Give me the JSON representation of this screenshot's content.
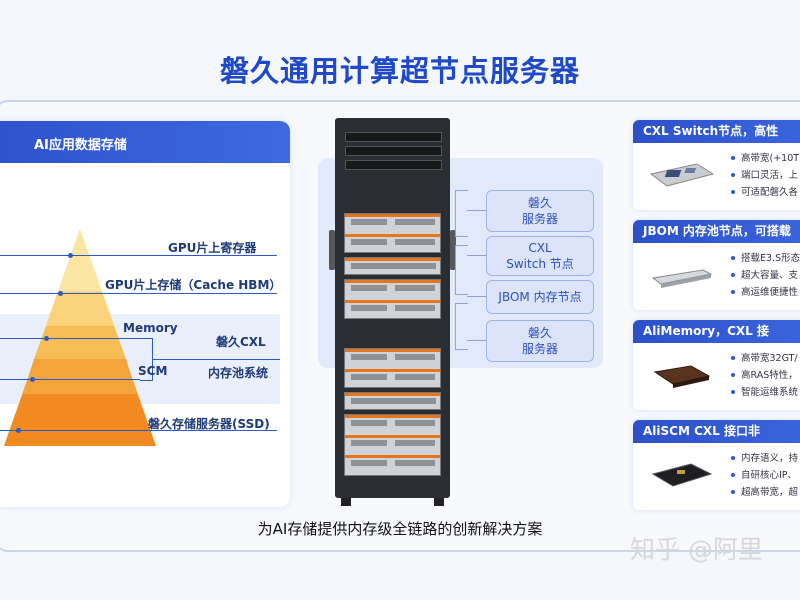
{
  "title": "磐久通用计算超节点服务器",
  "left_panel": {
    "header": "AI应用数据存储",
    "layers": [
      "GPU片上寄存器",
      "GPU片上存储（Cache HBM）",
      "Memory",
      "SCM",
      "磐久存储服务器(SSD)"
    ],
    "side_label_line1": "磐久CXL",
    "side_label_line2": "内存池系统"
  },
  "components": [
    {
      "line1": "磐久",
      "line2": "服务器"
    },
    {
      "line1": "CXL",
      "line2": "Switch 节点"
    },
    {
      "line1": "JBOM 内存节点",
      "line2": ""
    },
    {
      "line1": "磐久",
      "line2": "服务器"
    }
  ],
  "cards": [
    {
      "title": "CXL Switch节点，高性",
      "bullets": [
        "高带宽(+10T",
        "端口灵活，上",
        "可适配磐久各"
      ],
      "icon": "switch-board-icon"
    },
    {
      "title": "JBOM 内存池节点，可搭载",
      "bullets": [
        "搭载E3.S形态",
        "超大容量、支",
        "高运维便捷性"
      ],
      "icon": "jbom-drive-icon"
    },
    {
      "title": "AliMemory，CXL 接",
      "bullets": [
        "高带宽32GT/",
        "高RAS特性，",
        "智能运维系统"
      ],
      "icon": "memory-module-icon"
    },
    {
      "title": "AliSCM CXL 接口非",
      "bullets": [
        "内存语义，持",
        "自研核心IP、",
        "超高带宽，超"
      ],
      "icon": "scm-card-icon"
    }
  ],
  "caption": "为AI存储提供内存级全链路的创新解决方案",
  "watermark": "知乎 @阿里",
  "colors": {
    "accent": "#2e52cc",
    "pyramid_top": "#f9d77e",
    "pyramid_bottom": "#f2871d",
    "orange_stripe": "#e8741c"
  }
}
